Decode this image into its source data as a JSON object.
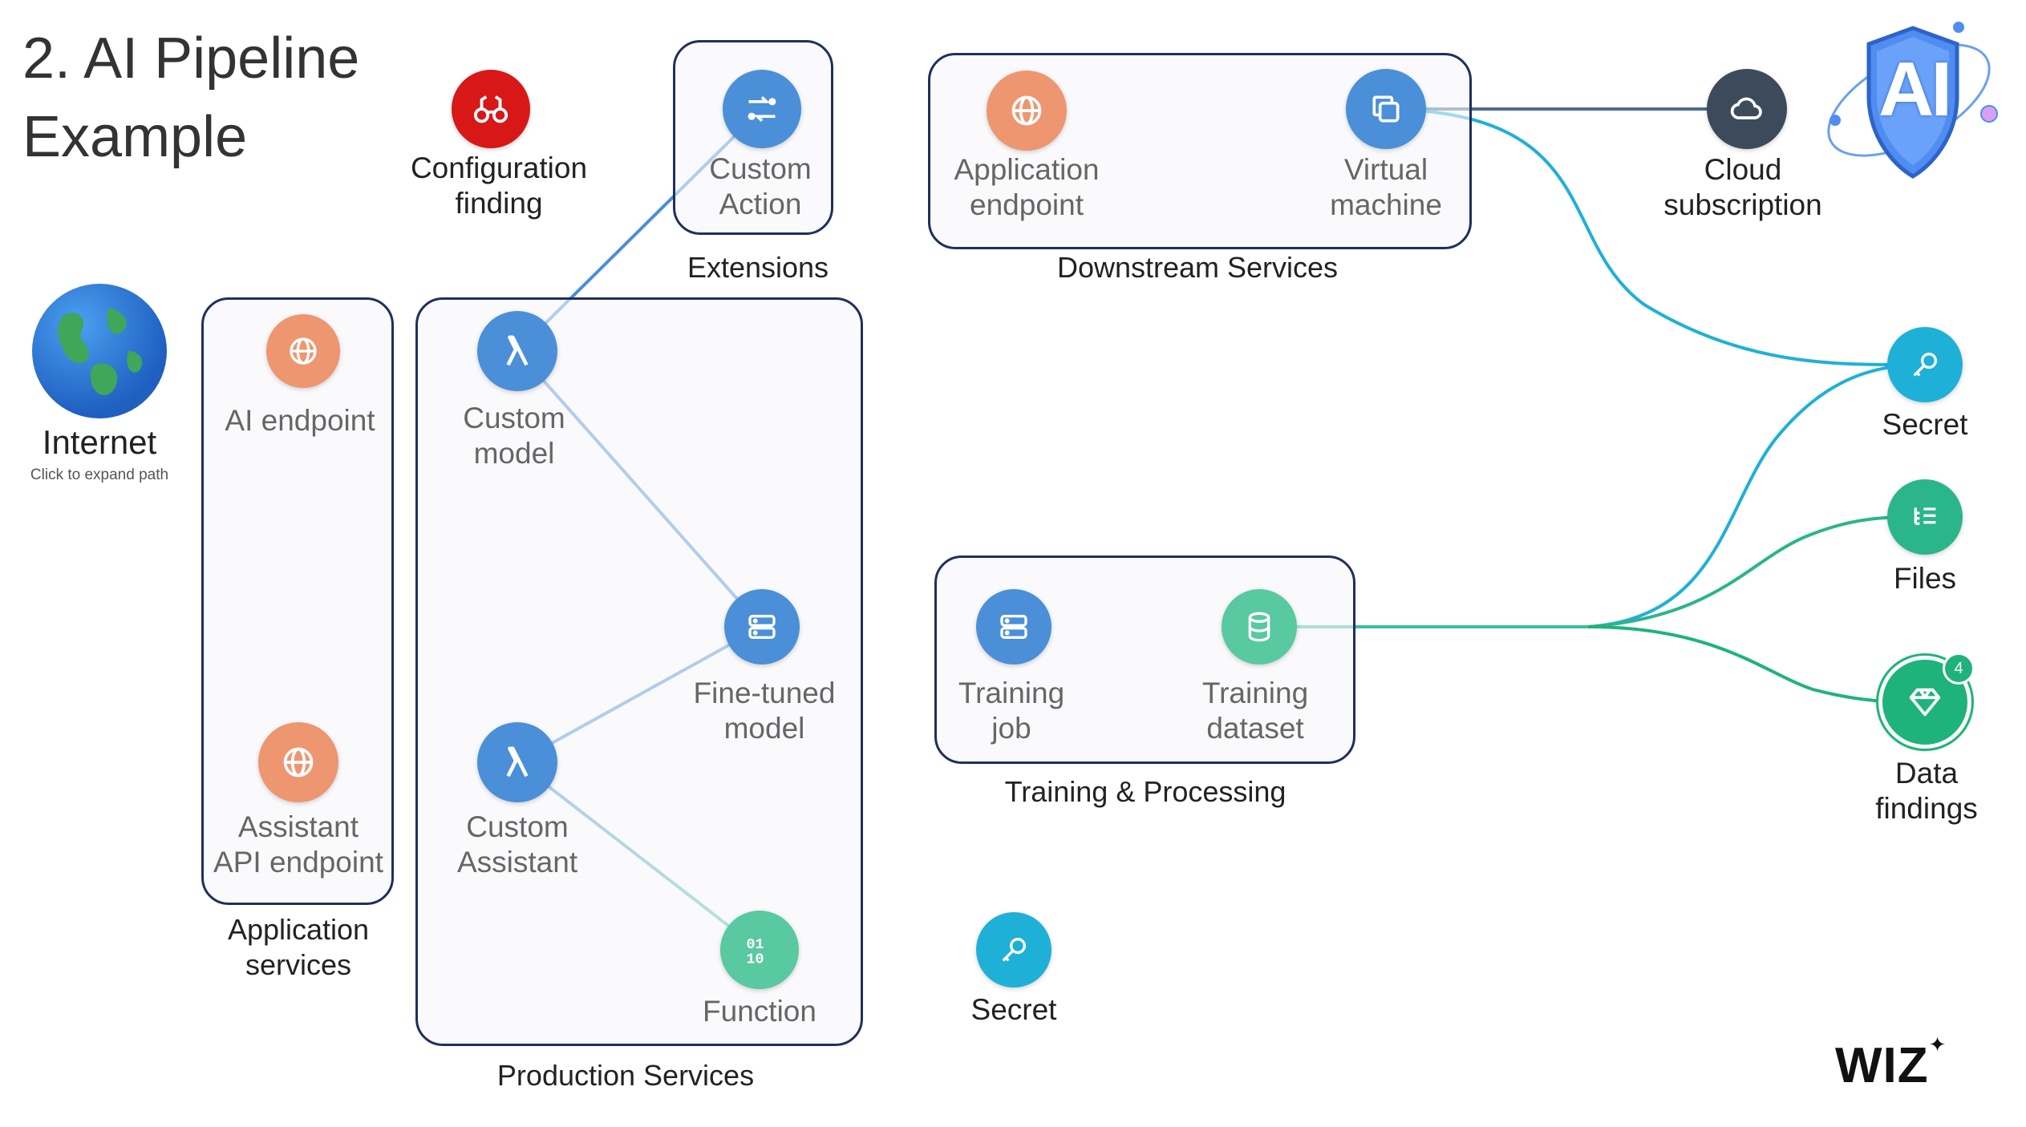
{
  "title": {
    "line1": "2. AI Pipeline",
    "line2": "Example"
  },
  "groups": {
    "extensions": "Extensions",
    "downstream": "Downstream Services",
    "application": {
      "line1": "Application",
      "line2": "services"
    },
    "production": "Production Services",
    "training": "Training & Processing"
  },
  "nodes": {
    "config_finding": {
      "line1": "Configuration",
      "line2": "finding",
      "icon": "binoculars-icon",
      "color": "#d81717"
    },
    "custom_action": {
      "line1": "Custom",
      "line2": "Action",
      "icon": "shuffle-icon",
      "color": "#4a8fd8"
    },
    "application_endpoint": {
      "line1": "Application",
      "line2": "endpoint",
      "icon": "globe-icon",
      "color": "#ee9670"
    },
    "virtual_machine": {
      "line1": "Virtual",
      "line2": "machine",
      "icon": "copy-icon",
      "color": "#4a8fd8"
    },
    "cloud_subscription": {
      "line1": "Cloud",
      "line2": "subscription",
      "icon": "cloud-icon",
      "color": "#3d4a5c"
    },
    "internet": {
      "label": "Internet",
      "sub": "Click to expand path",
      "icon": "globe-earth-icon"
    },
    "ai_endpoint": {
      "label": "AI endpoint",
      "icon": "globe-icon",
      "color": "#ee9670"
    },
    "assistant_api": {
      "line1": "Assistant",
      "line2": "API endpoint",
      "icon": "globe-icon",
      "color": "#ee9670"
    },
    "custom_model": {
      "line1": "Custom",
      "line2": "model",
      "icon": "lambda-icon",
      "color": "#4a8fd8"
    },
    "fine_tuned": {
      "line1": "Fine-tuned",
      "line2": "model",
      "icon": "server-icon",
      "color": "#4a8fd8"
    },
    "custom_assistant": {
      "line1": "Custom",
      "line2": "Assistant",
      "icon": "lambda-icon",
      "color": "#4a8fd8"
    },
    "function": {
      "label": "Function",
      "icon": "binary-icon",
      "color": "#58c9a0"
    },
    "secret_bottom": {
      "label": "Secret",
      "icon": "key-icon",
      "color": "#1fb0d8"
    },
    "training_job": {
      "line1": "Training",
      "line2": "job",
      "icon": "server-icon",
      "color": "#4a8fd8"
    },
    "training_dataset": {
      "line1": "Training",
      "line2": "dataset",
      "icon": "database-icon",
      "color": "#58c9a0"
    },
    "secret_right": {
      "label": "Secret",
      "icon": "key-icon",
      "color": "#1fb0d8"
    },
    "files": {
      "label": "Files",
      "icon": "list-icon",
      "color": "#2bb58a"
    },
    "data_findings": {
      "line1": "Data",
      "line2": "findings",
      "icon": "diamond-icon",
      "color": "#1fb37c",
      "badge": "4"
    }
  },
  "ai_badge": {
    "text": "AI",
    "icon": "ai-shield-icon"
  },
  "brand": {
    "logo": "WIZ"
  }
}
